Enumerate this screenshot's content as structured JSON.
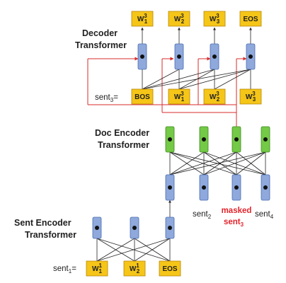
{
  "colors": {
    "token_fill": "#f5c518",
    "token_stroke": "#b8860b",
    "encoder_blue": "#8fa9dc",
    "doc_green": "#74c946",
    "arrow_red": "#d92b2b",
    "masked_text": "#e3242b"
  },
  "decoder": {
    "title_line1": "Decoder",
    "title_line2": "Transformer",
    "outputs": [
      {
        "base": "W",
        "sub": "1",
        "sup": "3"
      },
      {
        "base": "W",
        "sub": "2",
        "sup": "3"
      },
      {
        "base": "W",
        "sub": "3",
        "sup": "3"
      },
      {
        "base": "EOS",
        "sub": "",
        "sup": ""
      }
    ],
    "input_label": {
      "base": "sent",
      "sub": "3",
      "suffix": "="
    },
    "inputs": [
      {
        "base": "BOS",
        "sub": "",
        "sup": ""
      },
      {
        "base": "W",
        "sub": "1",
        "sup": "3"
      },
      {
        "base": "W",
        "sub": "2",
        "sup": "3"
      },
      {
        "base": "W",
        "sub": "3",
        "sup": "3"
      }
    ]
  },
  "doc_encoder": {
    "title_line1": "Doc Encoder",
    "title_line2": "Transformer",
    "sentences": [
      {
        "base": "sent",
        "sub": "2"
      },
      {
        "line1": "masked",
        "line2_base": "sent",
        "line2_sub": "3"
      },
      {
        "base": "sent",
        "sub": "4"
      }
    ]
  },
  "sent_encoder": {
    "title_line1": "Sent Encoder",
    "title_line2": "Transformer",
    "input_label": {
      "base": "sent",
      "sub": "1",
      "suffix": "="
    },
    "inputs": [
      {
        "base": "W",
        "sub": "1",
        "sup": "1"
      },
      {
        "base": "W",
        "sub": "2",
        "sup": "1"
      },
      {
        "base": "EOS",
        "sub": "",
        "sup": ""
      }
    ]
  }
}
